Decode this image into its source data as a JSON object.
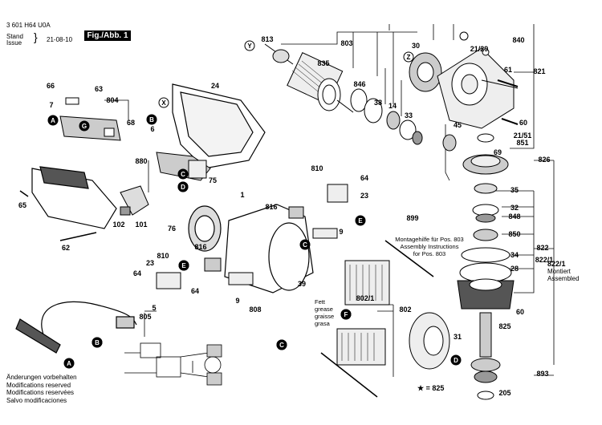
{
  "header": {
    "doc_number": "3 601 H64 U0A",
    "stand_label": "Stand",
    "issue_label": "Issue",
    "date": "21-08-10",
    "figure_label": "Fig./Abb. 1"
  },
  "notes": {
    "assembly_help": [
      "Montagehilfe für Pos. 803",
      "Assembly Instructions",
      "for Pos. 803"
    ],
    "grease": [
      "Fett",
      "grease",
      "graisse",
      "grasa"
    ],
    "mounted": [
      "822/1",
      "Montiert",
      "Assembled"
    ],
    "star_ref": "★ = 825",
    "changes": [
      "Änderungen vorbehalten",
      "Modifications reserved",
      "Modifications reservées",
      "Salvo modificaciones"
    ]
  },
  "part_labels": [
    "813",
    "803",
    "835",
    "846",
    "38",
    "14",
    "33",
    "30",
    "21/29",
    "840",
    "821",
    "61",
    "60",
    "21/51",
    "851",
    "69",
    "826",
    "45",
    "24",
    "66",
    "63",
    "804",
    "7",
    "68",
    "6",
    "880",
    "75",
    "1",
    "810",
    "64",
    "23",
    "816",
    "9",
    "899",
    "76",
    "102",
    "101",
    "65",
    "62",
    "816",
    "810",
    "23",
    "64",
    "64",
    "5",
    "805",
    "9",
    "808",
    "39",
    "802/1",
    "802",
    "31",
    "35",
    "32",
    "848",
    "850",
    "34",
    "28",
    "822",
    "822/1",
    "60",
    "825",
    "893",
    "205",
    "G",
    "A",
    "C",
    "D",
    "X",
    "Y",
    "Z",
    "B",
    "E",
    "F",
    "C",
    "E",
    "D",
    "F",
    "Y",
    "A",
    "B",
    "C",
    "D",
    "E",
    "F"
  ],
  "circle_markers": {
    "Y": "Y",
    "X": "X",
    "Z": "Z",
    "G": "G",
    "A": "A",
    "B": "B",
    "C": "C",
    "D": "D",
    "E": "E",
    "F": "F"
  },
  "colors": {
    "ink": "#000000",
    "paper": "#ffffff",
    "grey": "#cccccc"
  }
}
